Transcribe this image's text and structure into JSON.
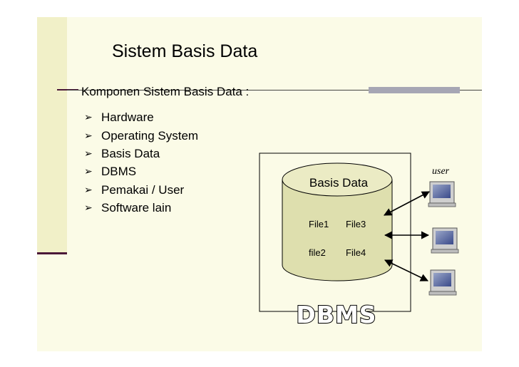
{
  "title": "Sistem Basis Data",
  "subheading": "Komponen Sistem Basis Data :",
  "bullets": [
    "Hardware",
    "Operating System",
    "Basis Data",
    "DBMS",
    "Pemakai / User",
    "Software lain"
  ],
  "bullet_marker": "➢",
  "diagram": {
    "database_label": "Basis Data",
    "files_row1": [
      "File1",
      "File3"
    ],
    "files_row2": [
      "file2",
      "File4"
    ],
    "user_label": "user",
    "dbms_label": "DBMS"
  }
}
